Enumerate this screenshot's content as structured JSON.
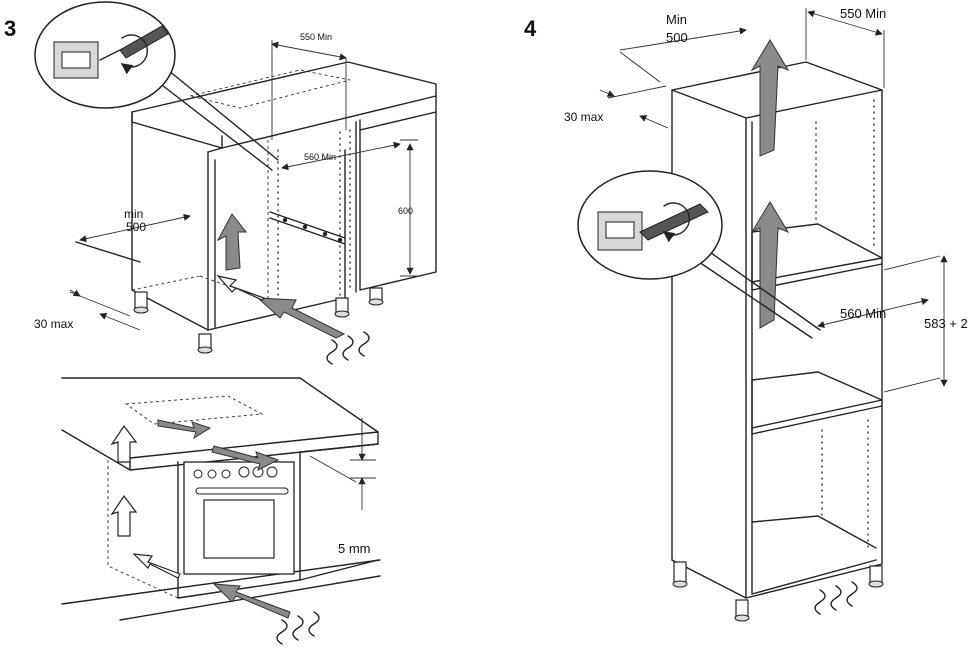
{
  "step3": {
    "number": "3",
    "dim_width_top": "550 Min",
    "dim_depth_inner": "560 Min",
    "dim_height": "600",
    "dim_depth_min_line1": "min",
    "dim_depth_min_line2": "500",
    "dim_overhang": "30 max",
    "dim_gap": "5 mm"
  },
  "step4": {
    "number": "4",
    "dim_depth_min_line1": "Min",
    "dim_depth_min_line2": "500",
    "dim_width_top": "550 Min",
    "dim_overhang": "30 max",
    "dim_depth_inner": "560 Min",
    "dim_height": "583 + 2"
  }
}
